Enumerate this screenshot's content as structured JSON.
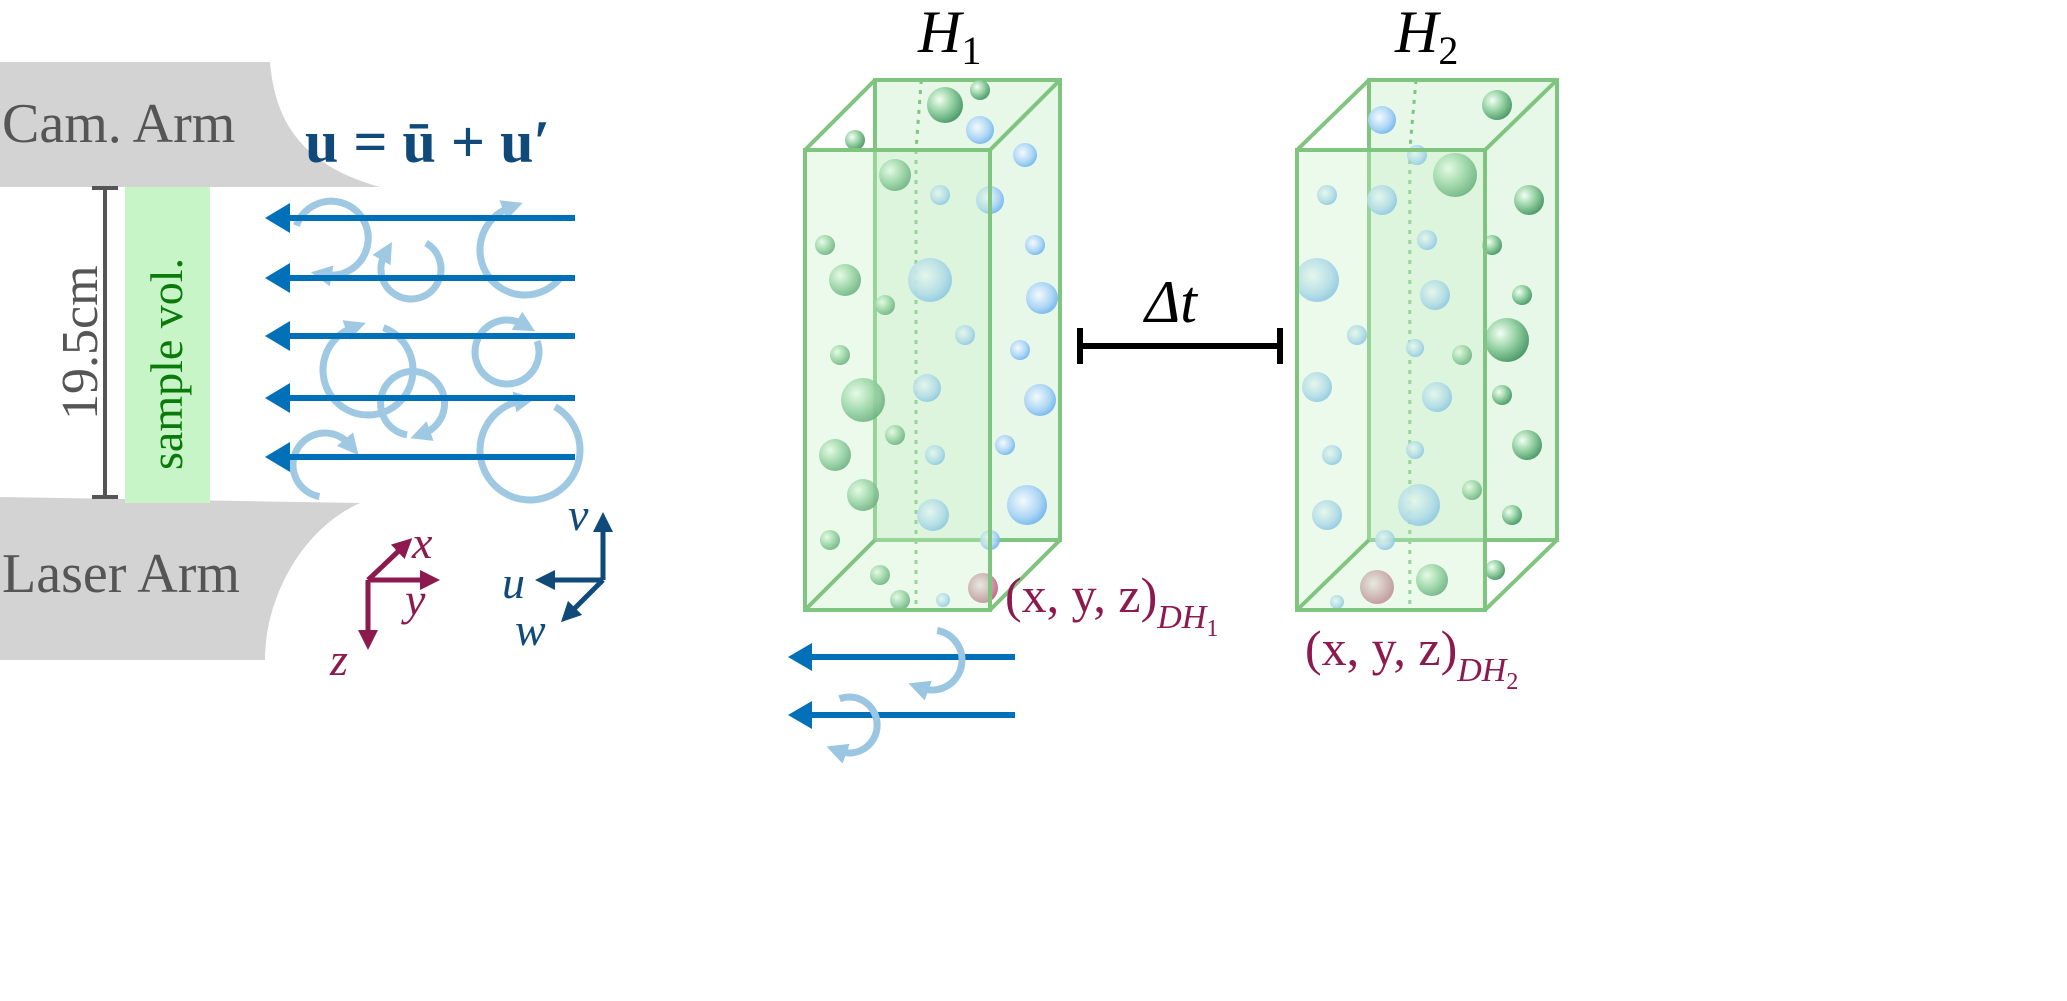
{
  "labels": {
    "cam_arm": "Cam. Arm",
    "laser_arm": "Laser Arm",
    "distance": "19.5cm",
    "sample_volume": "sample vol.",
    "equation": "u = ū + u′",
    "hologram_1": "H",
    "hologram_1_sub": "1",
    "hologram_2": "H",
    "hologram_2_sub": "2",
    "time_step": "Δt",
    "position_1": "(x, y, z)",
    "position_1_sub": "DH",
    "position_1_subsub": "1",
    "position_2": "(x, y, z)",
    "position_2_sub": "DH",
    "position_2_subsub": "2"
  },
  "axes_lab": {
    "x": "x",
    "y": "y",
    "z": "z"
  },
  "axes_vel": {
    "u": "u",
    "v": "v",
    "w": "w"
  },
  "colors": {
    "arm_gray": "#d3d3d3",
    "sample_green": "#c8f5c8",
    "mean_flow_blue": "#0070b8",
    "eddy_blue": "#9ac6e2",
    "lab_axes": "#8c1a4e",
    "vel_axes": "#0f4a7a",
    "box_green": "#7fc47f"
  }
}
